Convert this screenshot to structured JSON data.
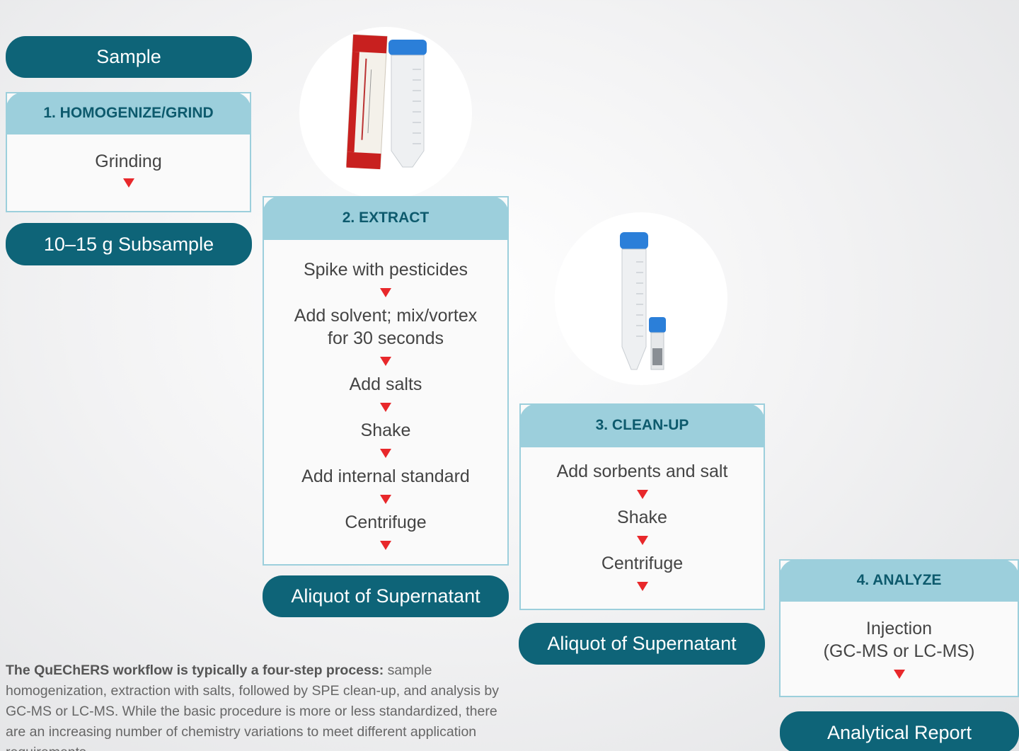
{
  "pills": {
    "sample": "Sample",
    "subsample": "10–15 g Subsample",
    "aliquot1": "Aliquot of Supernatant",
    "aliquot2": "Aliquot of Supernatant",
    "report": "Analytical Report"
  },
  "steps": {
    "homogenize": {
      "title": "1. HOMOGENIZE/GRIND",
      "lines": [
        "Grinding"
      ]
    },
    "extract": {
      "title": "2. EXTRACT",
      "lines": [
        "Spike with pesticides",
        "Add solvent; mix/vortex\nfor 30 seconds",
        "Add salts",
        "Shake",
        "Add internal standard",
        "Centrifuge"
      ]
    },
    "cleanup": {
      "title": "3. CLEAN-UP",
      "lines": [
        "Add sorbents and salt",
        "Shake",
        "Centrifuge"
      ]
    },
    "analyze": {
      "title": "4. ANALYZE",
      "lines": [
        "Injection\n(GC-MS or LC-MS)"
      ]
    }
  },
  "caption": {
    "bold": "The QuEChERS workflow is typically a four-step process:",
    "text": " sample homogenization, extraction with salts, followed by SPE clean-up, and analysis by GC-MS or LC-MS. While the basic procedure is more or less standardized, there are an increasing number of chemistry variations to meet different application requirements."
  },
  "colors": {
    "teal": "#0e6478",
    "light": "#9ccfdc",
    "arrow": "#e8282b"
  }
}
